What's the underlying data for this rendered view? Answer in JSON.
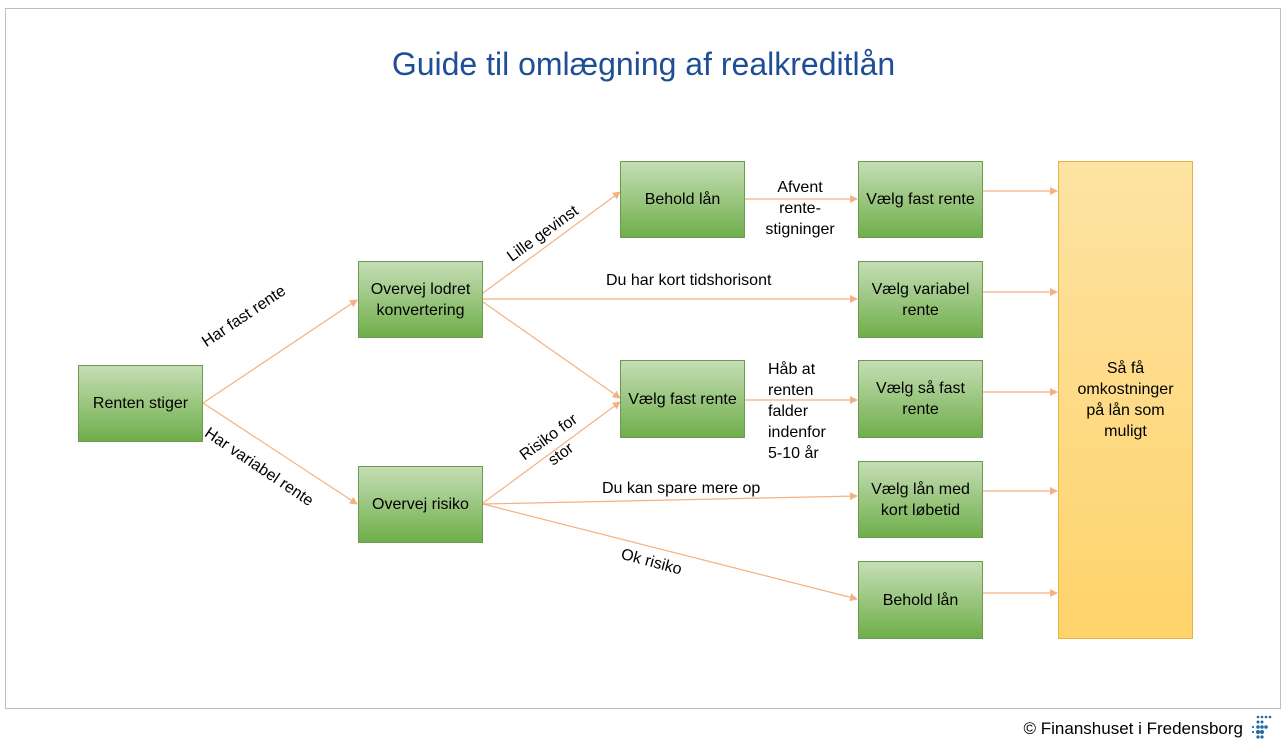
{
  "title": "Guide til omlægning af realkreditlån",
  "nodes": {
    "renten_stiger": "Renten stiger",
    "overvej_lodret": "Overvej lodret konvertering",
    "overvej_risiko": "Overvej risiko",
    "behold_laan_top": "Behold lån",
    "vaelg_fast_rente_mid": "Vælg fast rente",
    "vaelg_fast_rente_right": "Vælg fast rente",
    "vaelg_variabel_rente": "Vælg variabel rente",
    "vaelg_saa_fast_rente": "Vælg så fast rente",
    "vaelg_laan_kort_loebetid": "Vælg lån med kort løbetid",
    "behold_laan_bottom": "Behold lån",
    "result": "Så få omkostninger på lån som muligt"
  },
  "edge_labels": {
    "har_fast_rente": "Har fast rente",
    "har_variabel_rente": "Har variabel rente",
    "lille_gevinst": "Lille gevinst",
    "du_har_kort_tidshorisont": "Du har kort tidshorisont",
    "afvent_rentestigninger": "Afvent rente-stigninger",
    "risiko_for_stor": "Risiko for stor",
    "haab_at_renten_falder": "Håb at renten falder indenfor 5-10 år",
    "du_kan_spare_mere_op": "Du kan spare mere op",
    "ok_risiko": "Ok risiko"
  },
  "colors": {
    "title": "#1f4e96",
    "arrow": "#f4b183",
    "box_top": "#c5deb5",
    "box_bottom": "#6fae4a",
    "result_fill": "#ffd36b",
    "logo": "#1f6aa5"
  },
  "footer": "© Finanshuset i Fredensborg",
  "logo_icon": "dotted-f-logo"
}
